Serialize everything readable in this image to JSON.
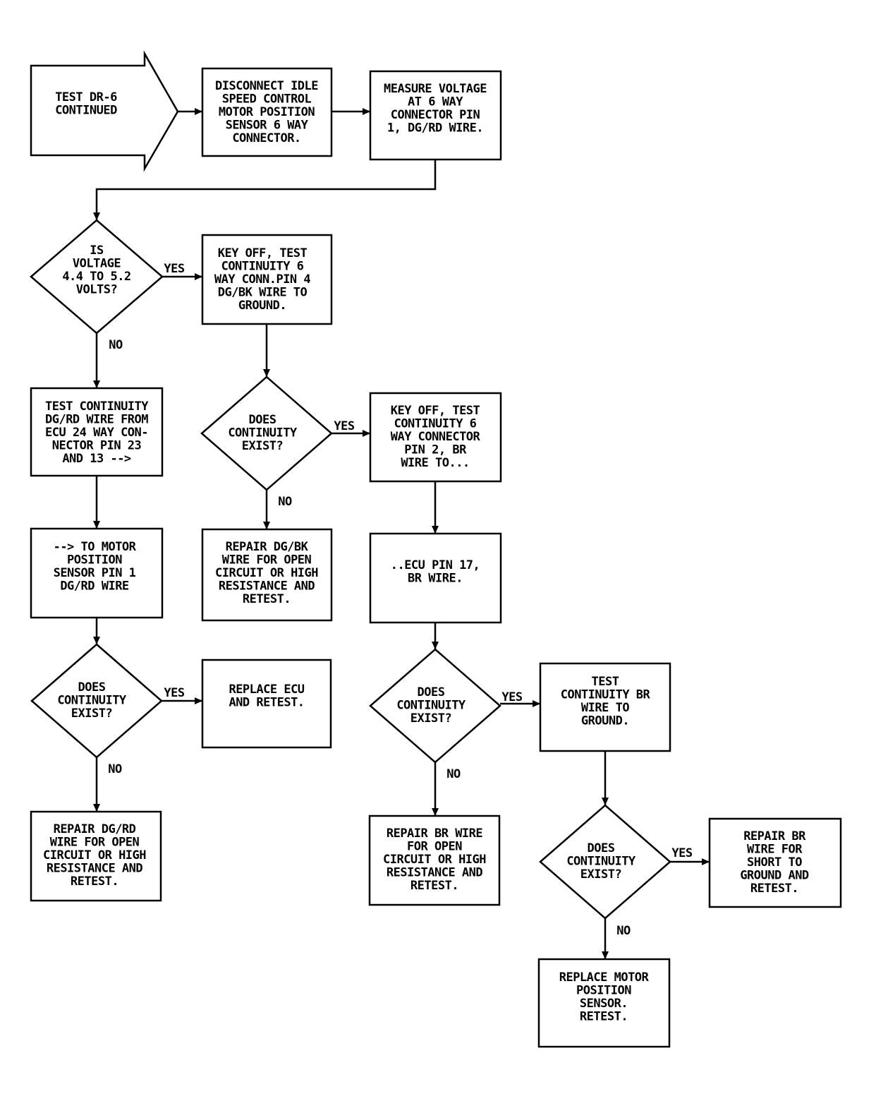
{
  "nodes": {
    "start": {
      "lines": [
        "TEST DR-6",
        "CONTINUED"
      ]
    },
    "disconnect": {
      "lines": [
        "DISCONNECT IDLE",
        "SPEED CONTROL",
        "MOTOR POSITION",
        "SENSOR 6 WAY",
        "CONNECTOR."
      ]
    },
    "measure": {
      "lines": [
        "MEASURE VOLTAGE",
        "AT 6 WAY",
        "CONNECTOR PIN",
        "1, DG/RD WIRE."
      ]
    },
    "d_voltage": {
      "lines": [
        "IS",
        "VOLTAGE",
        "4.4 TO 5.2",
        "VOLTS?"
      ]
    },
    "keyoff1": {
      "lines": [
        "KEY OFF, TEST",
        "CONTINUITY 6",
        "WAY CONN.PIN 4",
        "DG/BK WIRE TO",
        "GROUND."
      ]
    },
    "testcont1": {
      "lines": [
        "TEST CONTINUITY",
        "DG/RD WIRE FROM",
        "ECU 24 WAY CON-",
        "NECTOR PIN 23",
        "AND 13 -->"
      ]
    },
    "d_cont2": {
      "lines": [
        "DOES",
        "CONTINUITY",
        "EXIST?"
      ]
    },
    "keyoff2": {
      "lines": [
        "KEY OFF, TEST",
        "CONTINUITY 6",
        "WAY CONNECTOR",
        "PIN 2, BR",
        "WIRE TO..."
      ]
    },
    "tomotor": {
      "lines": [
        "--> TO MOTOR",
        "POSITION",
        "SENSOR PIN 1",
        "DG/RD WIRE"
      ]
    },
    "repair_dgbk": {
      "lines": [
        "REPAIR DG/BK",
        "WIRE FOR OPEN",
        "CIRCUIT OR HIGH",
        "RESISTANCE AND",
        "RETEST."
      ]
    },
    "ecupin": {
      "lines": [
        "..ECU PIN 17,",
        "BR WIRE."
      ]
    },
    "d_cont1": {
      "lines": [
        "DOES",
        "CONTINUITY",
        "EXIST?"
      ]
    },
    "replace_ecu": {
      "lines": [
        "REPLACE ECU",
        "AND RETEST."
      ]
    },
    "d_cont3": {
      "lines": [
        "DOES",
        "CONTINUITY",
        "EXIST?"
      ]
    },
    "test_br": {
      "lines": [
        "TEST",
        "CONTINUITY BR",
        "WIRE TO",
        "GROUND."
      ]
    },
    "repair_dgrd": {
      "lines": [
        "REPAIR DG/RD",
        "WIRE FOR OPEN",
        "CIRCUIT OR HIGH",
        "RESISTANCE AND",
        "RETEST."
      ]
    },
    "repair_br_open": {
      "lines": [
        "REPAIR BR WIRE",
        "FOR OPEN",
        "CIRCUIT OR HIGH",
        "RESISTANCE AND",
        "RETEST."
      ]
    },
    "d_cont4": {
      "lines": [
        "DOES",
        "CONTINUITY",
        "EXIST?"
      ]
    },
    "repair_br_short": {
      "lines": [
        "REPAIR BR",
        "WIRE FOR",
        "SHORT TO",
        "GROUND AND",
        "RETEST."
      ]
    },
    "replace_motor": {
      "lines": [
        "REPLACE MOTOR",
        "POSITION",
        "SENSOR.",
        "RETEST."
      ]
    }
  },
  "edge_labels": [
    "YES",
    "NO",
    "YES",
    "NO",
    "YES",
    "NO",
    "YES",
    "NO",
    "YES",
    "NO"
  ]
}
